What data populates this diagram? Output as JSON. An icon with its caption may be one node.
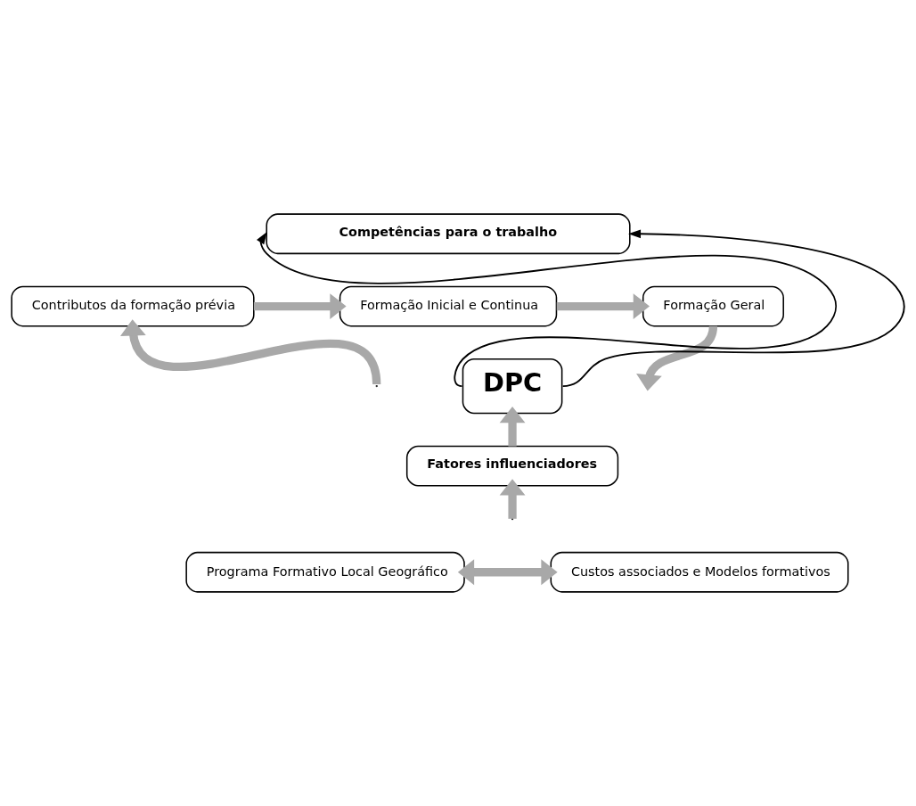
{
  "diagram": {
    "nodes": [
      {
        "text": [
          "Competências para o trabalho"
        ]
      },
      {
        "text": [
          "Formação Inicial e Continua"
        ]
      },
      {
        "text": [
          "Contributos da formação prévia"
        ]
      },
      {
        "text": [
          "Formação Geral"
        ]
      },
      {
        "text": [
          "DPC"
        ]
      },
      {
        "text": [
          "Fatores influenciadores"
        ]
      },
      {
        "text": [
          "Programa Formativo Local Geográfico"
        ]
      },
      {
        "text": [
          "Custos associados e Modelos formativos"
        ]
      }
    ],
    "edges": [
      {
        "from": 4,
        "to": 0,
        "arrow": "to",
        "color": "#000000"
      },
      {
        "from": 4,
        "to": 0,
        "arrow": "to",
        "color": "#000000"
      },
      {
        "from": 2,
        "to": 1,
        "arrow": "to"
      },
      {
        "from": 1,
        "to": 3,
        "arrow": "to"
      },
      {
        "from": 3,
        "to": null,
        "arrow": "to"
      },
      {
        "from": null,
        "to": 2,
        "arrow": "to"
      },
      {
        "from": 5,
        "to": 4,
        "arrow": "to"
      },
      {
        "from": 6,
        "to": 7,
        "arrow": "both"
      },
      {
        "from": null,
        "to": 5,
        "arrow": "to"
      }
    ]
  }
}
